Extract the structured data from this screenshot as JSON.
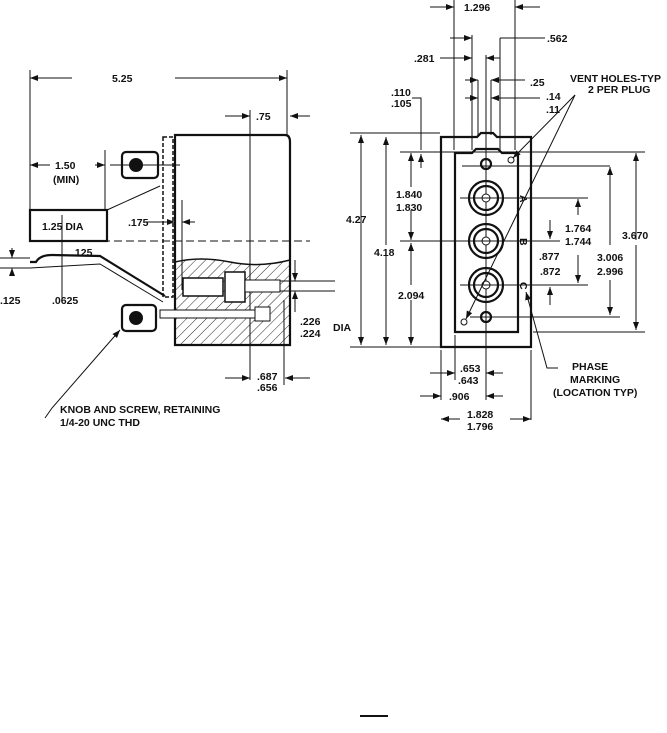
{
  "side_view": {
    "overall_length": "5.25",
    "body_depth": ".75",
    "cable_min_1": "1.50",
    "cable_min_2": "(MIN)",
    "cable_dia": "1.25 DIA",
    "plate_thk": ".175",
    "offset_right": ".125",
    "offset_left": ".125",
    "wall": ".0625",
    "pin_dia_max": ".226",
    "pin_dia_min": ".224",
    "pin_dia_suffix": "DIA",
    "pin_len_max": ".687",
    "pin_len_min": ".656",
    "knob_note_1": "KNOB AND SCREW, RETAINING",
    "knob_note_2": "1/4-20 UNC THD"
  },
  "front_view": {
    "top_width": "1.296",
    "d281": ".281",
    "d562": ".562",
    "d25": ".25",
    "d14": ".14",
    "d11": ".11",
    "d110": ".110",
    "d105": ".105",
    "vent_1": "VENT HOLES-TYP",
    "vent_2": "2 PER PLUG",
    "height_outer": "4.27",
    "height_inner": "4.18",
    "d1840": "1.840",
    "d1830": "1.830",
    "d2094": "2.094",
    "d1764": "1.764",
    "d1744": "1.744",
    "d877": ".877",
    "d872": ".872",
    "d3006": "3.006",
    "d2996": "2.996",
    "d3670": "3.670",
    "d653": ".653",
    "d643": ".643",
    "d906": ".906",
    "d1828": "1.828",
    "d1796": "1.796",
    "phase_1": "PHASE",
    "phase_2": "MARKING",
    "phase_3": "(LOCATION TYP)",
    "phases": [
      "A",
      "B",
      "C"
    ]
  }
}
